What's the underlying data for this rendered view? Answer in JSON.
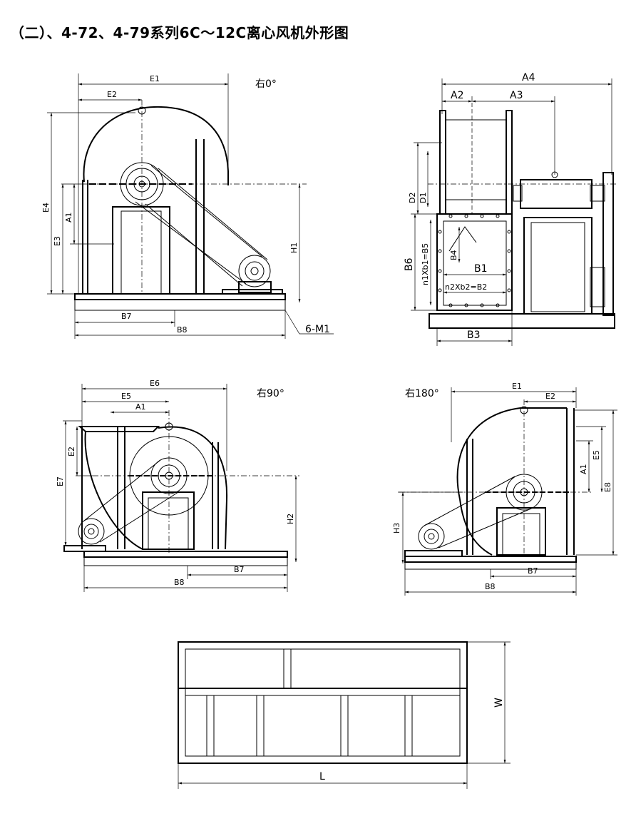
{
  "title": "（二）、4-72、4-79系列6C～12C离心风机外形图",
  "views": {
    "right0": {
      "title": "右0°",
      "labels": {
        "e1": "E1",
        "e2": "E2",
        "e4": "E4",
        "e3": "E3",
        "a1": "A1",
        "h1": "H1",
        "b7": "B7",
        "b8": "B8",
        "m1": "6-M1"
      }
    },
    "side": {
      "labels": {
        "a4": "A4",
        "a2": "A2",
        "a3": "A3",
        "d2": "D2",
        "d1": "D1",
        "n1": "n1Xb1=B5",
        "b6": "B6",
        "b4": "B4",
        "b1": "B1",
        "n2": "n2Xb2=B2",
        "b3": "B3"
      }
    },
    "right90": {
      "title": "右90°",
      "labels": {
        "e6": "E6",
        "e5": "E5",
        "a1": "A1",
        "e2": "E2",
        "e7": "E7",
        "h2": "H2",
        "b7": "B7",
        "b8": "B8"
      }
    },
    "right180": {
      "title": "右180°",
      "labels": {
        "e1": "E1",
        "e2": "E2",
        "e5": "E5",
        "a1": "A1",
        "e8": "E8",
        "h3": "H3",
        "b7": "B7",
        "b8": "B8"
      }
    },
    "base": {
      "labels": {
        "w": "W",
        "l": "L"
      }
    }
  }
}
